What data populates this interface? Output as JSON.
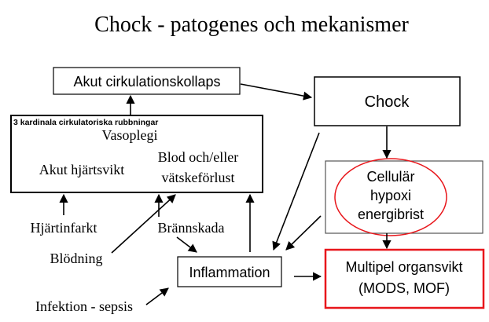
{
  "title": "Chock - patogenes och mekanismer",
  "nodes": {
    "akut_cirkulationskollaps": "Akut cirkulationskollaps",
    "chock": "Chock",
    "kardinala_header": "3 kardinala cirkulatoriska rubbningar",
    "vasoplegi": "Vasoplegi",
    "akut_hjartsvikt": "Akut hjärtsvikt",
    "blod_line1": "Blod och/eller",
    "blod_line2": "vätskeförlust",
    "cellular_line1": "Cellulär",
    "cellular_line2": "hypoxi",
    "cellular_line3": "energibrist",
    "hjartinfarkt": "Hjärtinfarkt",
    "brannskada": "Brännskada",
    "blodning": "Blödning",
    "inflammation": "Inflammation",
    "mof_line1": "Multipel organsvikt",
    "mof_line2": "(MODS, MOF)",
    "infektion": "Infektion - sepsis"
  },
  "colors": {
    "highlight": "#e8161b",
    "box_border": "#000000",
    "cell_box_border": "#555555"
  }
}
